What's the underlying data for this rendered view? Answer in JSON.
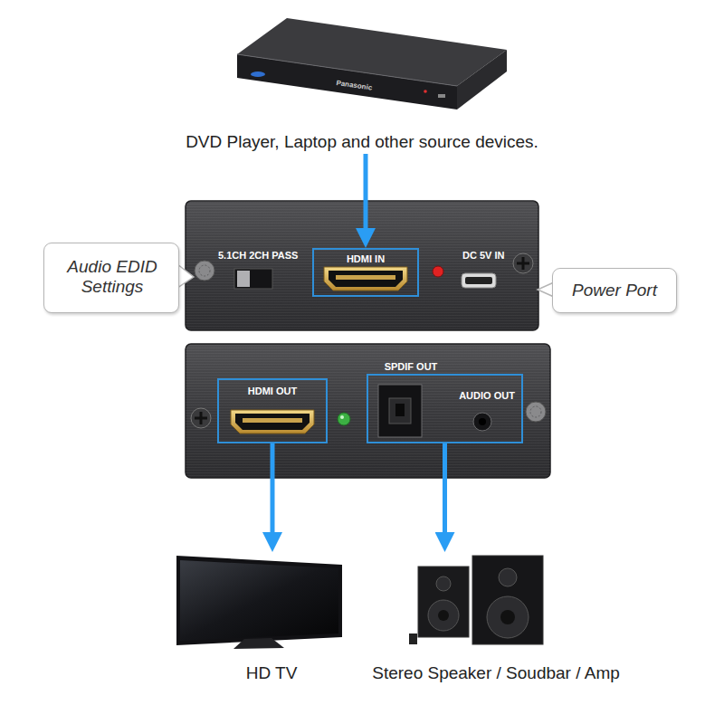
{
  "diagram": {
    "nodes": [
      {
        "text": [
          "DVD Player, Laptop and other source devices."
        ]
      },
      {
        "text": [
          "Audio EDID Settings"
        ]
      },
      {
        "text": [
          "HDMI IN"
        ]
      },
      {
        "text": [
          "Power Port"
        ]
      },
      {
        "text": [
          "HDMI OUT"
        ]
      },
      {
        "text": [
          "SPDIF OUT",
          "AUDIO OUT"
        ]
      },
      {
        "text": [
          "HD TV"
        ]
      },
      {
        "text": [
          "Stereo Speaker / Soudbar / Amp"
        ]
      }
    ],
    "edges": [
      {
        "from": 0,
        "to": 2,
        "arrow": "to"
      },
      {
        "from": 4,
        "to": 6,
        "arrow": "to"
      },
      {
        "from": 5,
        "to": 7,
        "arrow": "to"
      }
    ],
    "labels": [
      "Panasonic",
      "5.1CH 2CH PASS",
      "DC 5V IN"
    ]
  }
}
